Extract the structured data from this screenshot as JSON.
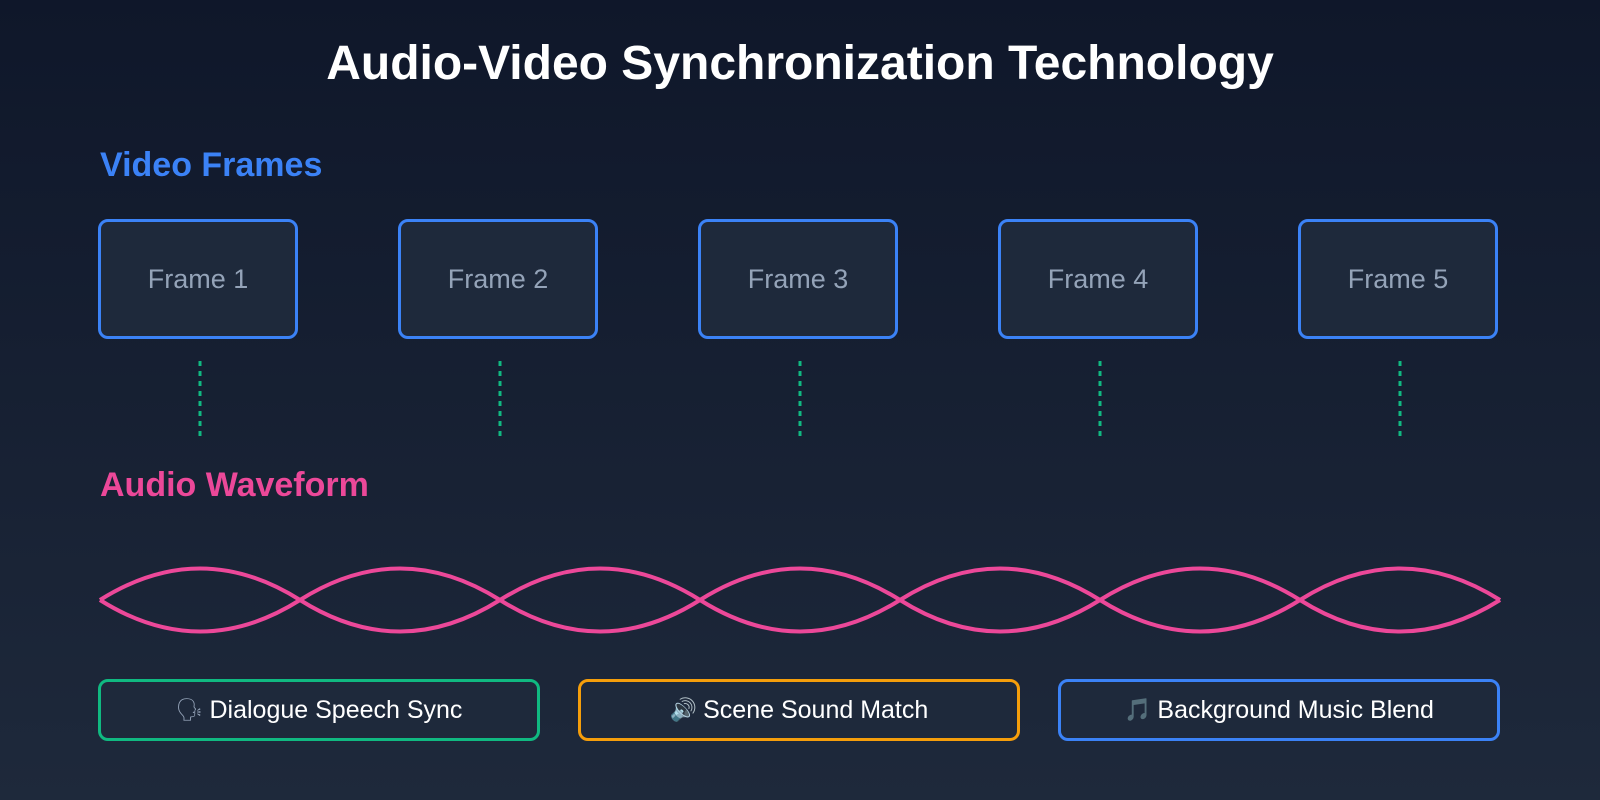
{
  "title": "Audio-Video Synchronization Technology",
  "video_section": {
    "label": "Video Frames",
    "frames": [
      "Frame 1",
      "Frame 2",
      "Frame 3",
      "Frame 4",
      "Frame 5"
    ]
  },
  "audio_section": {
    "label": "Audio Waveform"
  },
  "tags": [
    {
      "icon": "speaking-head-icon",
      "glyph": "🗣",
      "label": "Dialogue Speech Sync",
      "color": "#10b981"
    },
    {
      "icon": "speaker-icon",
      "glyph": "🔊",
      "label": "Scene Sound Match",
      "color": "#f59e0b"
    },
    {
      "icon": "music-note-icon",
      "glyph": "🎵",
      "label": "Background Music Blend",
      "color": "#3b82f6"
    }
  ],
  "colors": {
    "frame_border": "#3b82f6",
    "sync_line": "#10b981",
    "waveform": "#ec4899"
  }
}
